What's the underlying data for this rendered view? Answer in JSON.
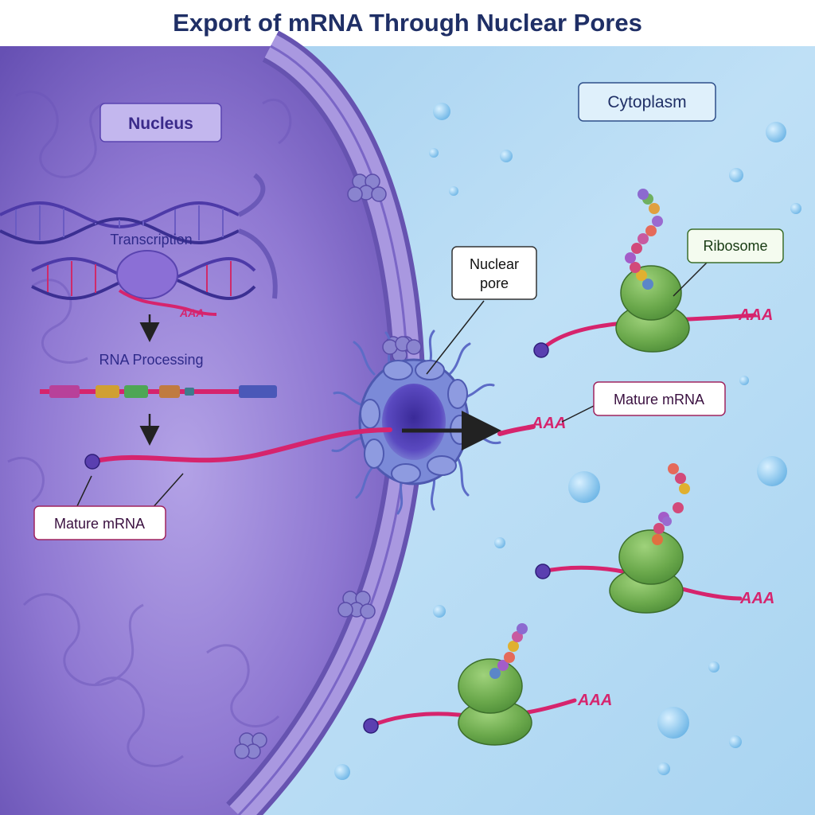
{
  "title": "Export of mRNA Through Nuclear Pores",
  "labels": {
    "nucleus": "Nucleus",
    "cytoplasm": "Cytoplasm",
    "transcription": "Transcription",
    "rna_processing": "RNA Processing",
    "mature_mrna_nucleus": "Mature mRNA",
    "nuclear_pore": "Nuclear\npore",
    "ribosome": "Ribosome",
    "mature_mrna_cytoplasm": "Mature mRNA",
    "poly_a_tail": "AAA"
  },
  "colors": {
    "nucleus": "#7d63c4",
    "cytoplasm": "#b9def5",
    "mrna": "#d6246d",
    "ribosome": "#6fae50",
    "pore": "#6f7fd0",
    "title": "#1f2f66"
  }
}
